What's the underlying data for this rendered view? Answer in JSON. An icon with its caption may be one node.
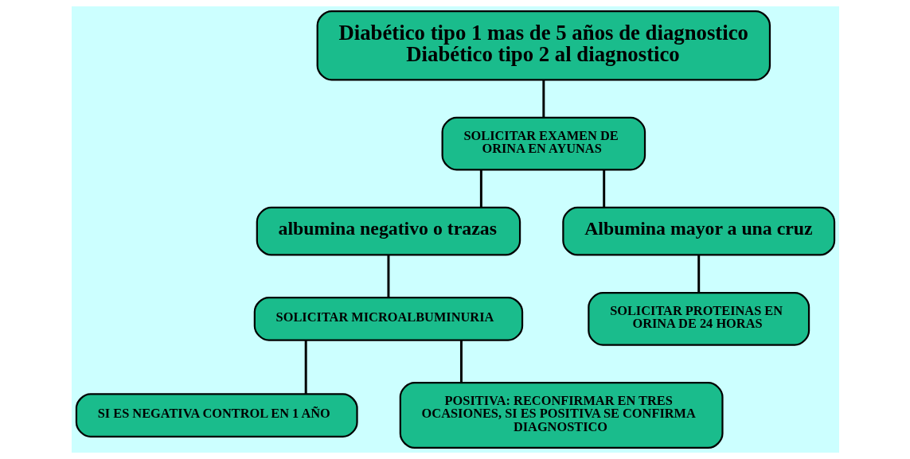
{
  "diagram": {
    "nodes": [
      {
        "text": [
          "Diabético tipo 1 mas de 5 años de diagnostico Diabético tipo 2 al diagnostico"
        ]
      },
      {
        "text": [
          "SOLICITAR EXAMEN DE ORINA EN AYUNAS"
        ]
      },
      {
        "text": [
          "albumina negativo o trazas"
        ]
      },
      {
        "text": [
          "Albumina mayor a una cruz"
        ]
      },
      {
        "text": [
          "SOLICITAR MICROALBUMINURIA"
        ]
      },
      {
        "text": [
          "SI ES NEGATIVA CONTROL EN 1 AÑO"
        ]
      },
      {
        "text": [
          "POSITIVA: RECONFIRMAR EN TRES OCASIONES, SI ES POSITIVA SE CONFIRMA DIAGNOSTICO"
        ]
      },
      {
        "text": [
          "SOLICITAR PROTEINAS EN ORINA DE 24 HORAS"
        ]
      }
    ],
    "edges": [
      {
        "from": 0,
        "to": 1,
        "arrow": "none"
      },
      {
        "from": 1,
        "to": 2,
        "arrow": "none"
      },
      {
        "from": 1,
        "to": 3,
        "arrow": "none"
      },
      {
        "from": 2,
        "to": 4,
        "arrow": "none"
      },
      {
        "from": 4,
        "to": 5,
        "arrow": "none"
      },
      {
        "from": 4,
        "to": 6,
        "arrow": "none"
      },
      {
        "from": 3,
        "to": 7,
        "arrow": "none"
      }
    ]
  }
}
